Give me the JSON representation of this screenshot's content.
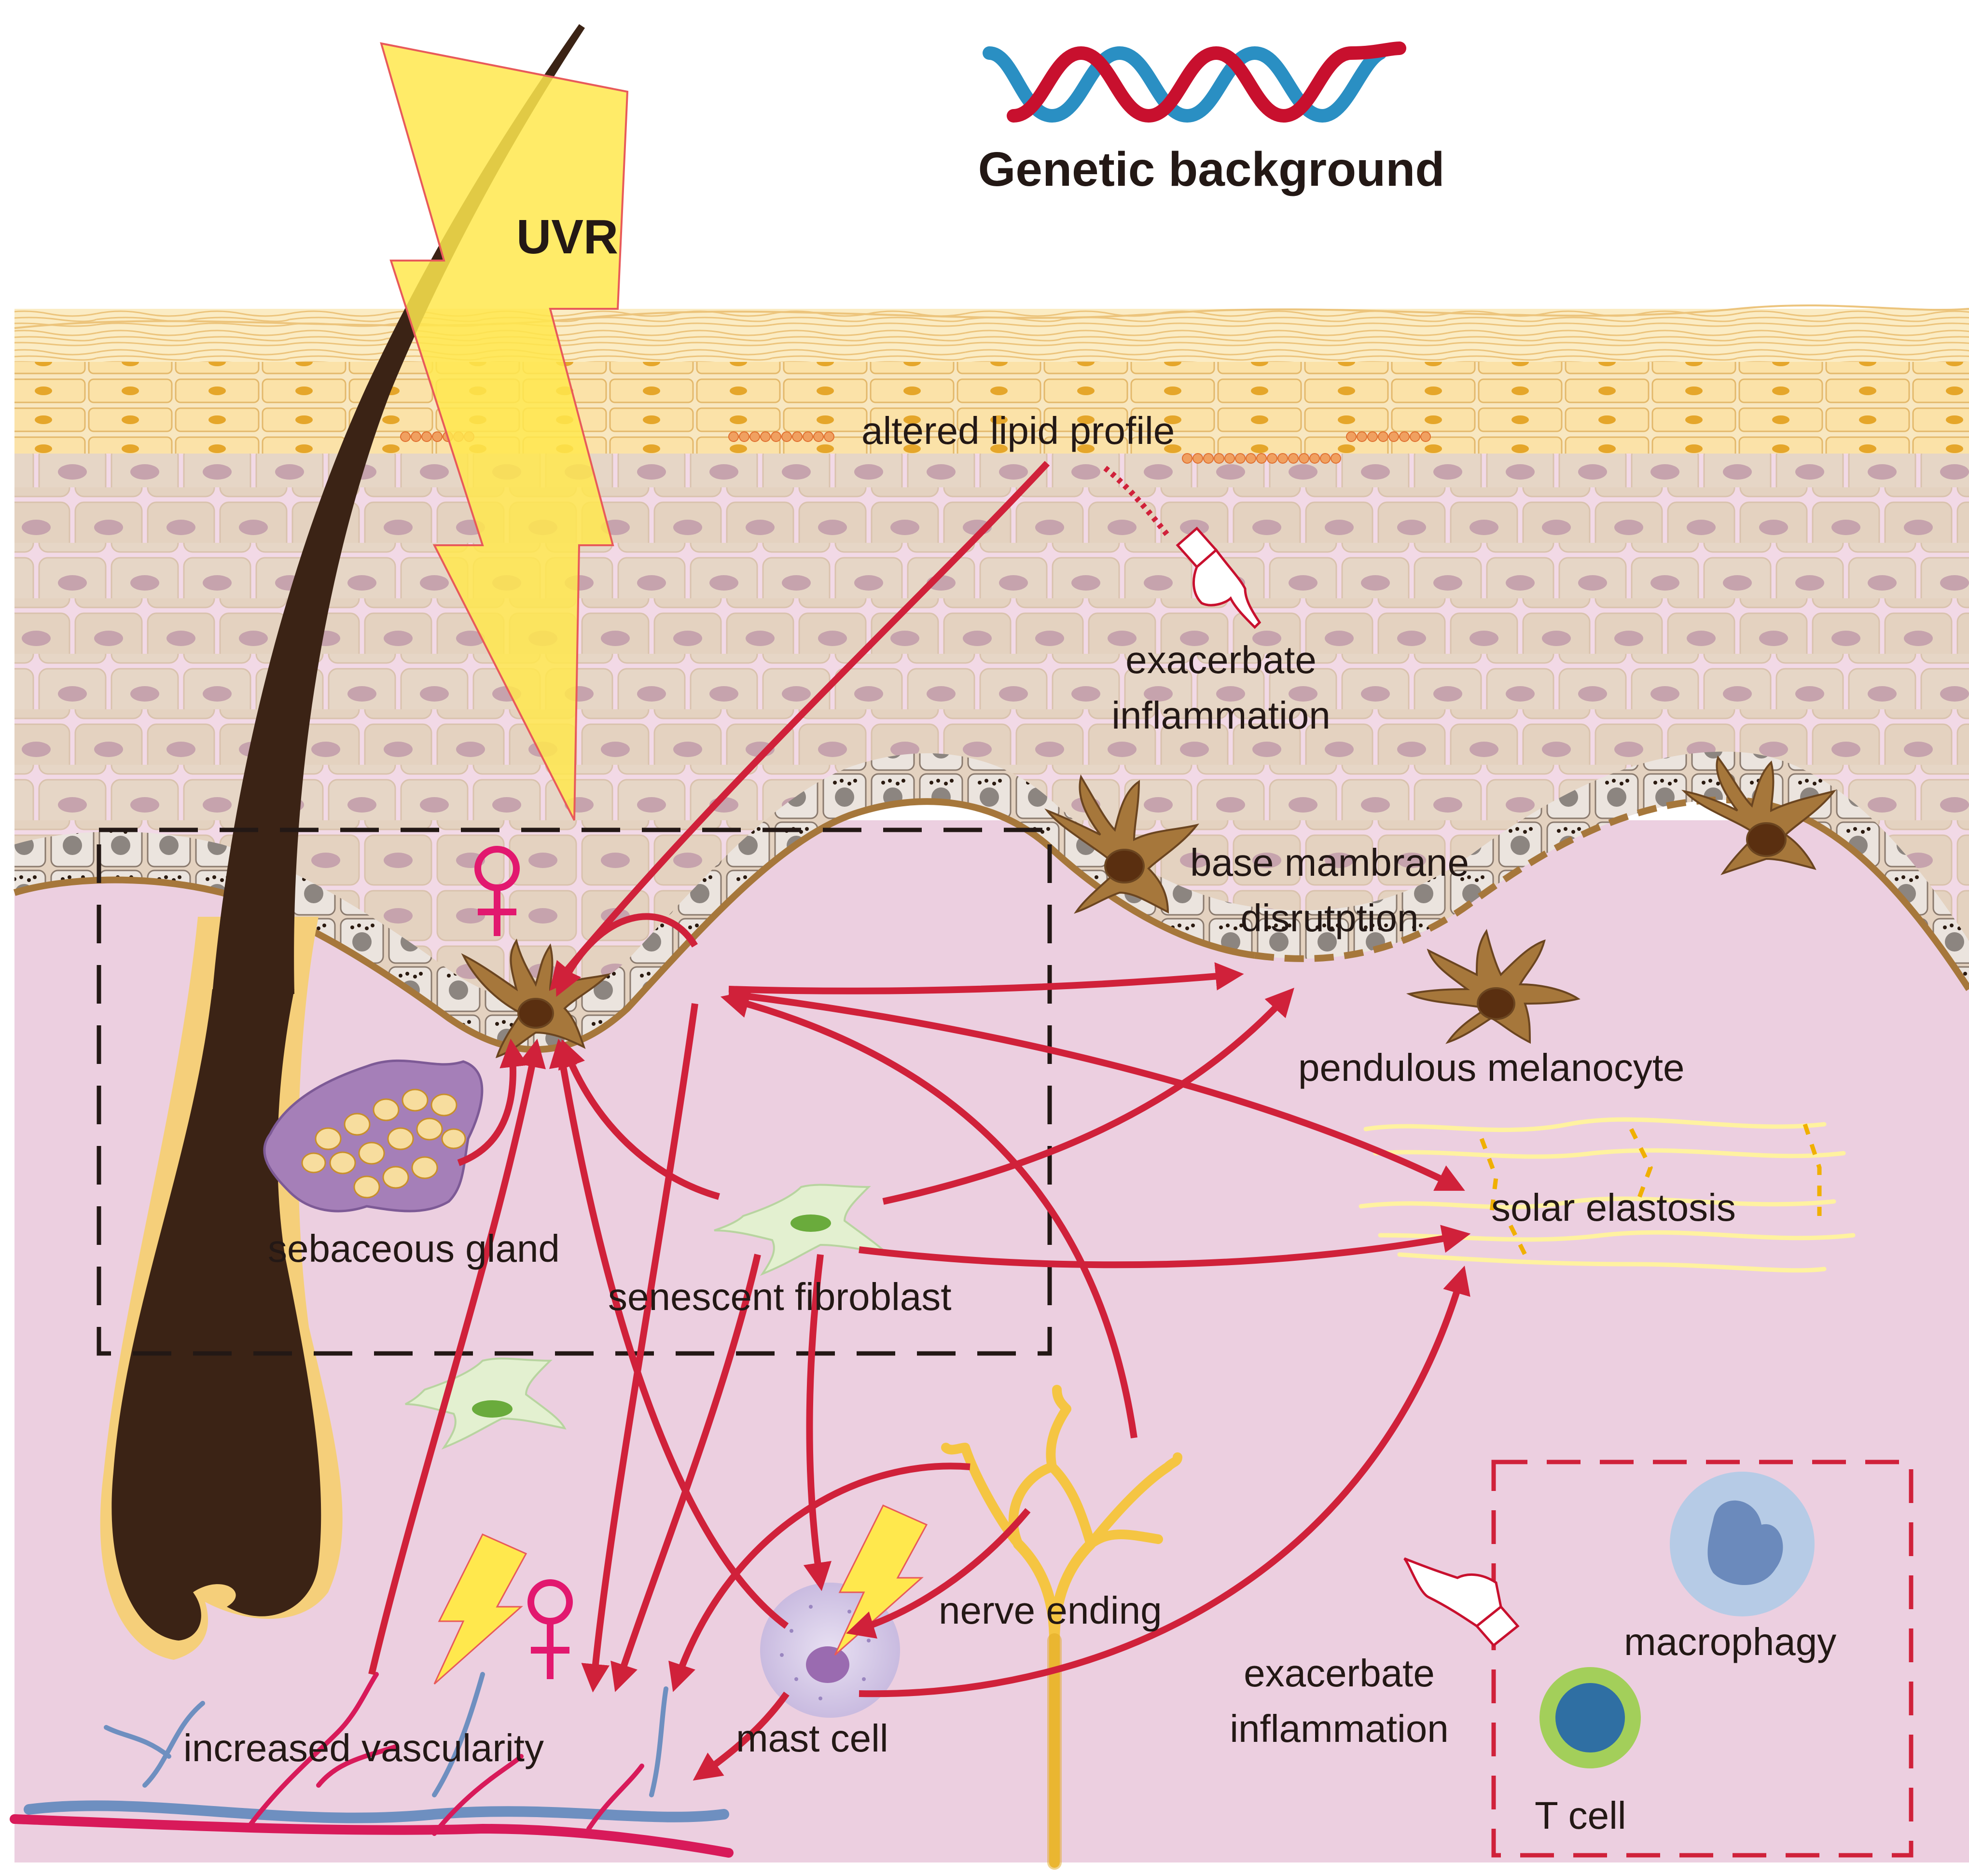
{
  "title": "Genetic background",
  "labels": {
    "uvr": "UVR",
    "altered_lipid": "altered lipid profile",
    "exacerbate_top_1": "exacerbate",
    "exacerbate_top_2": "inflammation",
    "base_membrane_1": "base mambrane",
    "base_membrane_2": "disrutption",
    "pendulous": "pendulous melanocyte",
    "solar": "solar elastosis",
    "sebaceous": "sebaceous gland",
    "fibroblast": "senescent fibroblast",
    "nerve": "nerve ending",
    "vascularity": "increased vascularity",
    "mast": "mast cell",
    "exacerbate_bottom_1": "exacerbate",
    "exacerbate_bottom_2": "inflammation",
    "macrophagy": "macrophagy",
    "tcell": "T cell"
  },
  "symbols": {
    "female": "♀"
  },
  "colors": {
    "arrow": "#d0213a",
    "dermis": "#eccfe0",
    "epidermis": "#e4d2c0",
    "cell_border": "#f4dcea",
    "hair": "#3b2315",
    "uv": "#ffe84d",
    "female": "#e2186f",
    "dna_blue": "#2a8fc3",
    "dna_red": "#c8102e"
  },
  "icons": [
    "pointing-hand-icon",
    "lightning-icon",
    "female-symbol-icon",
    "dna-helix-icon"
  ]
}
